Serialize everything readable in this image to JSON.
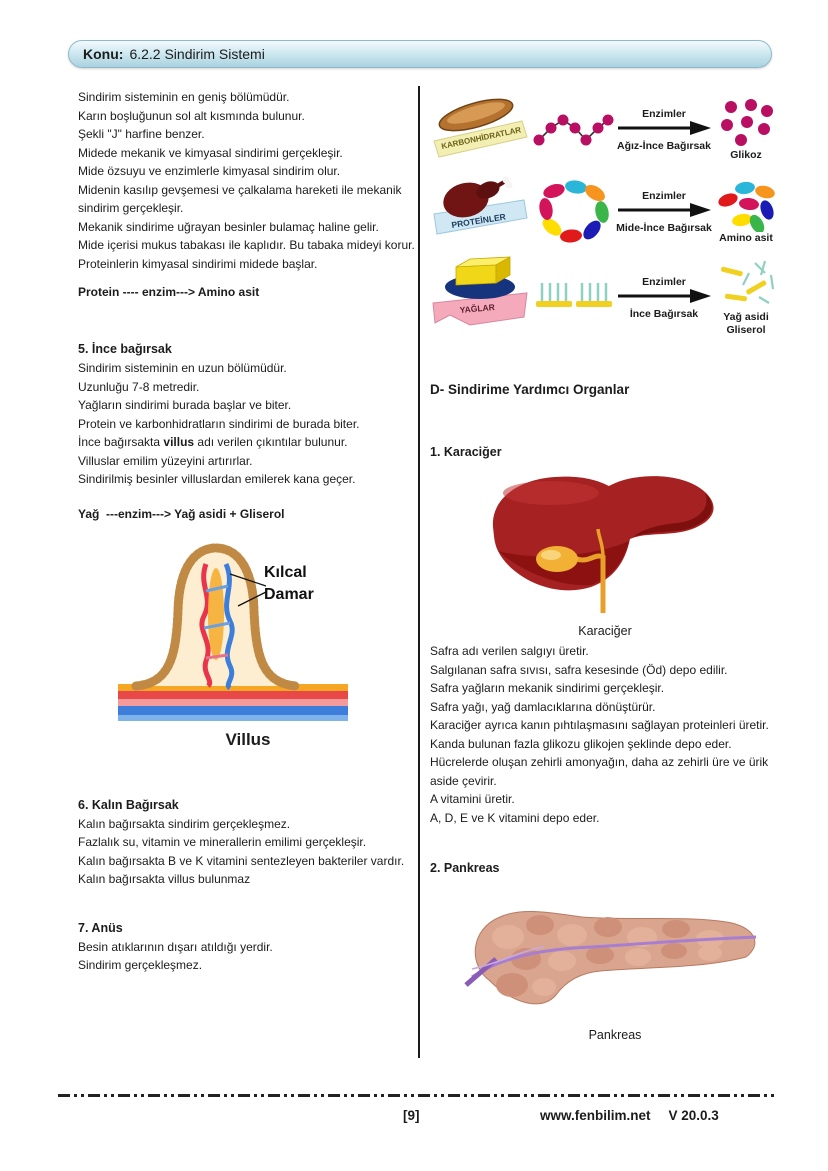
{
  "header": {
    "label": "Konu:",
    "title": "6.2.2 Sindirim Sistemi"
  },
  "left_column": {
    "stomach": {
      "lines": [
        "Sindirim sisteminin en geniş bölümüdür.",
        "Karın boşluğunun sol alt kısmında bulunur.",
        "Şekli \"J\" harfine benzer.",
        "Midede mekanik ve kimyasal sindirimi gerçekleşir.",
        "Mide özsuyu ve enzimlerle kimyasal sindirim olur.",
        "Midenin kasılıp gevşemesi ve çalkalama hareketi ile mekanik sindirim gerçekleşir.",
        "Mekanik sindirime uğrayan besinler bulamaç haline gelir.",
        "Mide içerisi mukus tabakası ile kaplıdır. Bu tabaka mideyi korur.",
        "Proteinlerin kimyasal sindirimi midede başlar."
      ],
      "formula": "Protein ---- enzim---> Amino asit"
    },
    "small_intestine": {
      "heading": "5. İnce bağırsak",
      "lines_before": [
        "Sindirim sisteminin en uzun bölümüdür.",
        "Uzunluğu 7-8 metredir.",
        "Yağların sindirimi burada başlar ve biter.",
        "Protein ve karbonhidratların sindirimi de burada biter."
      ],
      "villus_line": {
        "pre": "İnce bağırsakta ",
        "bold": "villus",
        "post": " adı verilen çıkıntılar bulunur."
      },
      "lines_after": [
        "Villuslar emilim yüzeyini artırırlar.",
        "Sindirilmiş besinler villuslardan emilerek kana geçer."
      ],
      "formula": "Yağ  ---enzim---> Yağ asidi + Gliserol"
    },
    "villus_figure": {
      "label_line1": "Kılcal",
      "label_line2": "Damar",
      "caption": "Villus"
    },
    "large_intestine": {
      "heading": "6. Kalın Bağırsak",
      "lines": [
        "Kalın bağırsakta sindirim gerçekleşmez.",
        "Fazlalık su, vitamin ve minerallerin emilimi gerçekleşir.",
        "Kalın bağırsakta B ve K vitamini sentezleyen bakteriler vardır.",
        "Kalın bağırsakta villus bulunmaz"
      ]
    },
    "anus": {
      "heading": "7. Anüs",
      "lines": [
        "Besin atıklarının dışarı atıldığı yerdir.",
        "Sindirim gerçekleşmez."
      ]
    }
  },
  "right_column": {
    "enzyme_rows": [
      {
        "food_label": "KARBONHİDRATLAR",
        "arrow_top": "Enzimler",
        "arrow_bottom": "Ağız-İnce Bağırsak",
        "product": "Glikoz"
      },
      {
        "food_label": "PROTEİNLER",
        "arrow_top": "Enzimler",
        "arrow_bottom": "Mide-İnce Bağırsak",
        "product": "Amino asit"
      },
      {
        "food_label": "YAĞLAR",
        "arrow_top": "Enzimler",
        "arrow_bottom": "İnce Bağırsak",
        "product_line1": "Yağ asidi",
        "product_line2": "Gliserol"
      }
    ],
    "section_d_heading": "D- Sindirime Yardımcı Organlar",
    "liver": {
      "heading": "1. Karaciğer",
      "caption": "Karaciğer",
      "lines": [
        "Safra adı verilen salgıyı üretir.",
        "Salgılanan safra sıvısı, safra kesesinde (Öd) depo edilir.",
        "Safra yağların mekanik sindirimi gerçekleşir.",
        "Safra yağı, yağ damlacıklarına dönüştürür.",
        "Karaciğer ayrıca kanın pıhtılaşmasını sağlayan proteinleri üretir.",
        "Kanda bulunan fazla glikozu glikojen şeklinde depo eder.",
        "Hücrelerde oluşan zehirli amonyağın, daha az zehirli üre ve ürik aside çevirir.",
        "A vitamini üretir.",
        "A, D, E ve K vitamini depo eder."
      ]
    },
    "pancreas": {
      "heading": "2. Pankreas",
      "caption": "Pankreas"
    }
  },
  "footer": {
    "page_number": "[9]",
    "website": "www.fenbilim.net",
    "version": "V 20.0.3"
  },
  "colors": {
    "header_blue": "#a9d2e0",
    "glucose_magenta": "#b80f62",
    "banner_yellow": "#f3eeb2",
    "banner_blue": "#cfe8f4",
    "banner_pink": "#f5aabc",
    "liver_red": "#a62121",
    "gallbladder_orange": "#f2b035",
    "pancreas_pink": "#d9a58e"
  }
}
